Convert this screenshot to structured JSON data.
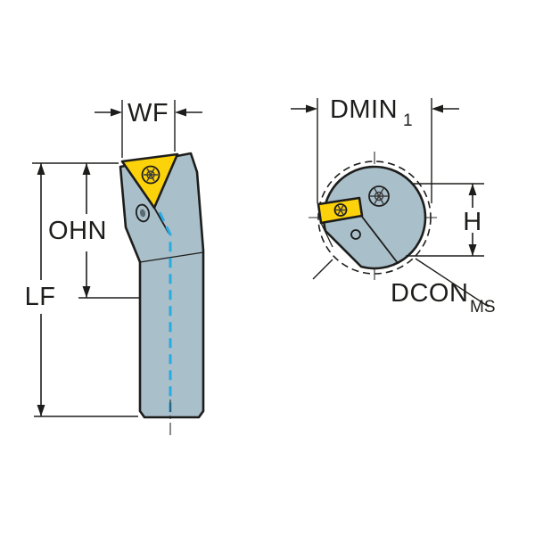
{
  "diagram": {
    "labels": {
      "wf": "WF",
      "ohn": "OHN",
      "lf": "LF",
      "dmin": "DMIN",
      "dmin_sub": "1",
      "h": "H",
      "dcon": "DCON",
      "dcon_sub": "MS"
    },
    "colors": {
      "body": "#a9bfca",
      "insert": "#fcd20a",
      "coolant": "#2aabe2",
      "screw": "#c7d1d8",
      "hole": "#dde6eb",
      "outline": "#1d1d1b"
    }
  }
}
